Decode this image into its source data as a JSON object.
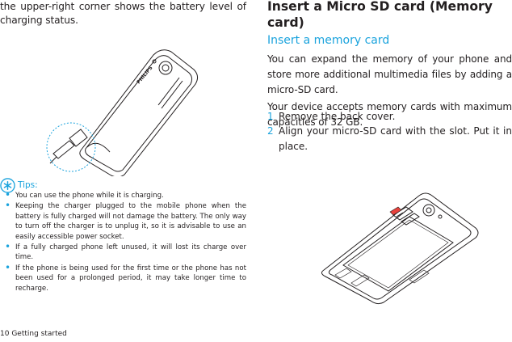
{
  "left": {
    "intro": "the upper-right corner shows the battery level of charging status.",
    "tips_title": "Tips:",
    "tips": [
      "You can use the phone while it is charging.",
      "Keeping the charger plugged to the mobile phone when the battery is fully charged will not damage the battery. The only way to turn off the charger is to unplug it, so it is advisable to use an easily accessible power socket.",
      "If a fully charged phone left unused, it will lost its charge over time.",
      "If the phone is being used for the first time or the phone has not been used for a prolonged period, it may take longer time to recharge."
    ],
    "brand_on_phone": "PHILIPS",
    "footer": "10   Getting started"
  },
  "right": {
    "title_line1": "Insert a Micro SD card (Memory",
    "title_line2": "card)",
    "subtitle": "Insert a memory card",
    "para1": "You can expand the memory of your phone and store more additional multimedia files by adding a micro-SD card.",
    "para2": "Your device accepts memory cards with maximum capacities of 32 GB.",
    "steps": [
      {
        "num": "1",
        "text": "Remove the back cover."
      },
      {
        "num": "2",
        "text": "Align your micro-SD card with the slot. Put it in place."
      }
    ]
  },
  "colors": {
    "accent": "#1aa3dd",
    "text": "#231f20"
  },
  "icons": [
    "tips-icon",
    "bullet-dot",
    "phone-back-illustration",
    "phone-open-illustration"
  ]
}
